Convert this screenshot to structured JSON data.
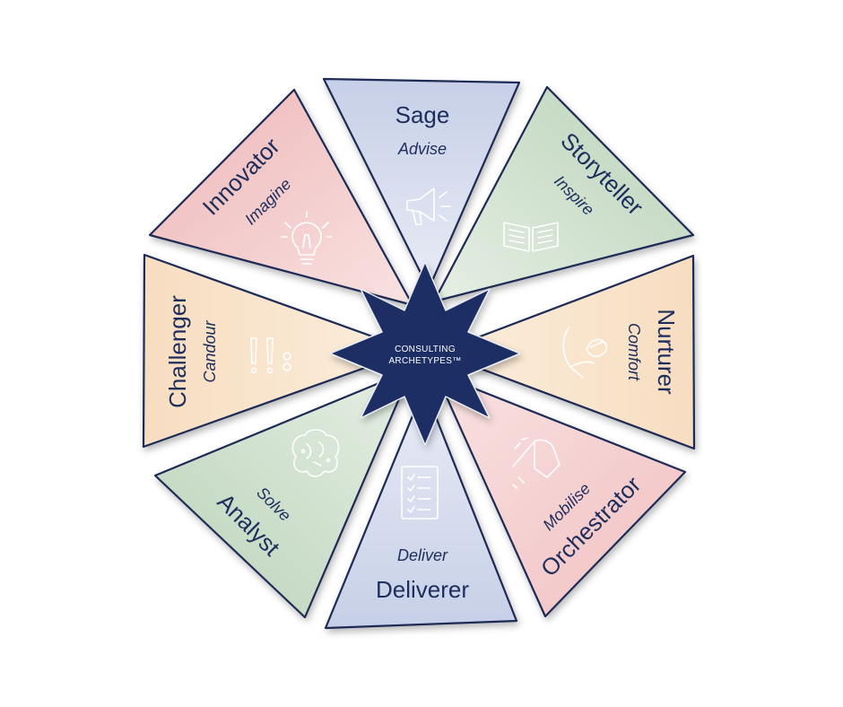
{
  "center": {
    "line1": "CONSULTING",
    "line2": "ARCHETYPES™",
    "star_color": "#1e2f63"
  },
  "archetypes": [
    {
      "id": "sage",
      "title": "Sage",
      "verb": "Advise",
      "icon": "megaphone-icon",
      "color": "#cdd5ea"
    },
    {
      "id": "storyteller",
      "title": "Storyteller",
      "verb": "Inspire",
      "icon": "open-book-icon",
      "color": "#c7dbc6"
    },
    {
      "id": "nurturer",
      "title": "Nurturer",
      "verb": "Comfort",
      "icon": "hand-plant-icon",
      "color": "#f6d8b4"
    },
    {
      "id": "orchestrator",
      "title": "Orchestrator",
      "verb": "Mobilise",
      "icon": "conductor-hand-icon",
      "color": "#f1c0c2"
    },
    {
      "id": "deliverer",
      "title": "Deliverer",
      "verb": "Deliver",
      "icon": "checklist-icon",
      "color": "#cdd5ea"
    },
    {
      "id": "analyst",
      "title": "Analyst",
      "verb": "Solve",
      "icon": "brain-icon",
      "color": "#c7dbc6"
    },
    {
      "id": "challenger",
      "title": "Challenger",
      "verb": "Candour",
      "icon": "exclamation-icon",
      "color": "#f6d8b4"
    },
    {
      "id": "innovator",
      "title": "Innovator",
      "verb": "Imagine",
      "icon": "lightbulb-icon",
      "color": "#f1c0c2"
    }
  ]
}
